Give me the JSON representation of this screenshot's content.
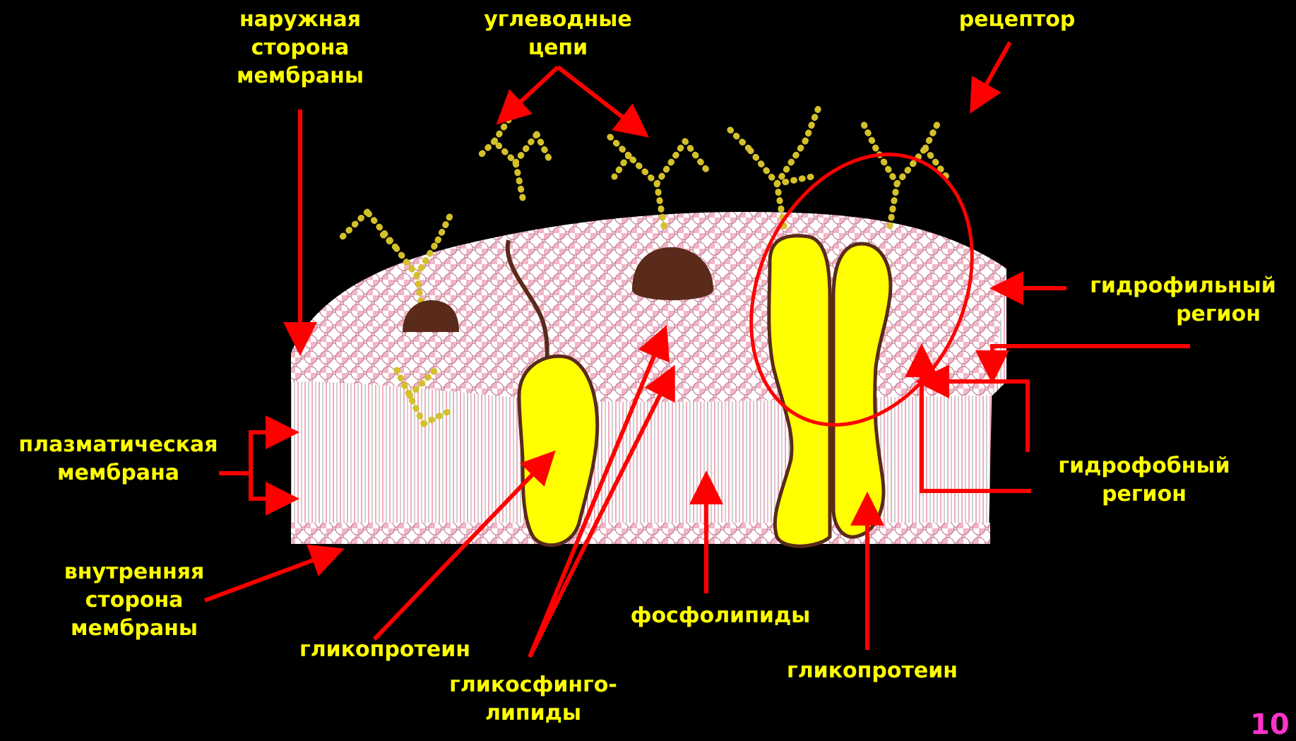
{
  "labels": {
    "outer_side": [
      "наружная",
      "сторона",
      "мембраны"
    ],
    "carbohydrate_chains": [
      "углеводные",
      "цепи"
    ],
    "receptor": "рецептор",
    "hydrophilic_region": [
      "гидрофильный",
      "регион"
    ],
    "plasma_membrane": [
      "плазматическая",
      "мембрана"
    ],
    "hydrophobic_region": [
      "гидрофобный",
      "регион"
    ],
    "inner_side": [
      "внутренняя",
      "сторона",
      "мембраны"
    ],
    "glycoprotein_left": "гликопротеин",
    "glycosphingolipids": [
      "гликосфинго-",
      "липиды"
    ],
    "phospholipids": "фосфолипиды",
    "glycoprotein_right": "гликопротеин"
  },
  "page_number": "10",
  "colors": {
    "background": "#000000",
    "label_text": "#ffff00",
    "arrow": "#ff0000",
    "page_number": "#ff33cc",
    "lipid_head": "#ffffff",
    "lipid_head_pink": "#e87a9a",
    "protein": "#ffff00",
    "protein_outline": "#5a2a1a",
    "carbohydrate": "#d4c02a"
  }
}
